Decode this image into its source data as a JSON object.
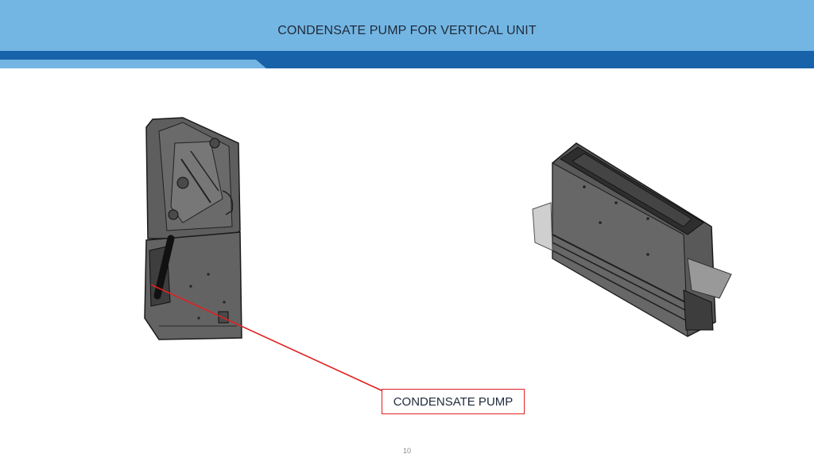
{
  "slide": {
    "title": "CONDENSATE PUMP FOR VERTICAL UNIT",
    "callout_label": "CONDENSATE PUMP",
    "page_number": "10"
  },
  "colors": {
    "header_light": "#74b6e3",
    "header_dark": "#1762a8",
    "callout_red": "#e02020",
    "part_gray": "#5f5f5f"
  }
}
